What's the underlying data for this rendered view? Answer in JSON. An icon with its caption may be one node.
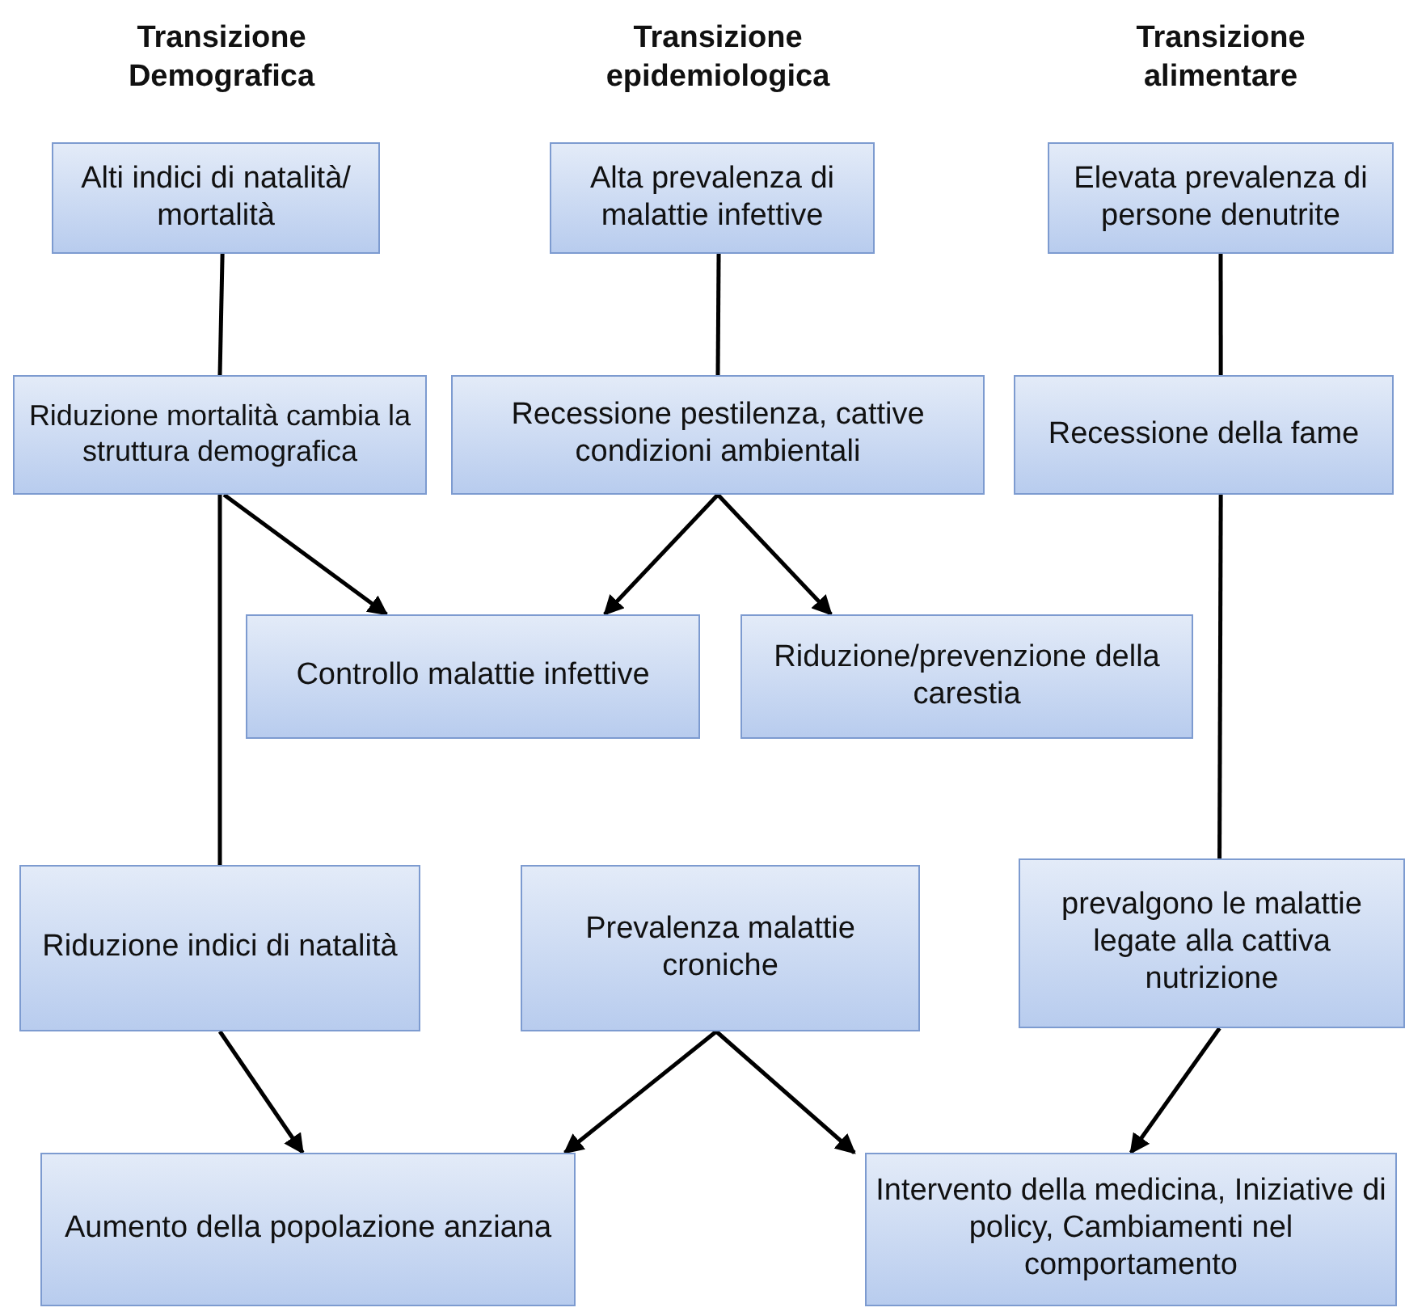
{
  "diagram": {
    "nodes": [
      {
        "text": [
          "Alti indici di natalità/ mortalità"
        ]
      },
      {
        "text": [
          "Alta prevalenza di malattie infettive"
        ]
      },
      {
        "text": [
          "Elevata prevalenza di persone denutrite"
        ]
      },
      {
        "text": [
          "Riduzione mortalità cambia la struttura demografica"
        ]
      },
      {
        "text": [
          "Recessione pestilenza, cattive condizioni ambientali"
        ]
      },
      {
        "text": [
          "Recessione della fame"
        ]
      },
      {
        "text": [
          "Controllo malattie infettive"
        ]
      },
      {
        "text": [
          "Riduzione/prevenzione della carestia"
        ]
      },
      {
        "text": [
          "Riduzione indici di natalità"
        ]
      },
      {
        "text": [
          "Prevalenza malattie croniche"
        ]
      },
      {
        "text": [
          "prevalgono le malattie legate alla cattiva nutrizione"
        ]
      },
      {
        "text": [
          "Aumento della popolazione anziana"
        ]
      },
      {
        "text": [
          "Intervento della medicina, Iniziative di policy, Cambiamenti nel comportamento"
        ]
      }
    ],
    "edges": [
      {
        "from": 0,
        "to": 3,
        "arrow": "none"
      },
      {
        "from": 1,
        "to": 4,
        "arrow": "none"
      },
      {
        "from": 2,
        "to": 5,
        "arrow": "none"
      },
      {
        "from": 3,
        "to": 6,
        "arrow": "to"
      },
      {
        "from": 3,
        "to": 8,
        "arrow": "none"
      },
      {
        "from": 4,
        "to": 6,
        "arrow": "to"
      },
      {
        "from": 4,
        "to": 7,
        "arrow": "to"
      },
      {
        "from": 5,
        "to": 10,
        "arrow": "none"
      },
      {
        "from": 8,
        "to": 11,
        "arrow": "to"
      },
      {
        "from": 9,
        "to": 11,
        "arrow": "to"
      },
      {
        "from": 9,
        "to": 12,
        "arrow": "to"
      },
      {
        "from": 10,
        "to": 12,
        "arrow": "to"
      }
    ],
    "labels": [
      "Transizione Demografica",
      "Transizione epidemiologica",
      "Transizione alimentare"
    ]
  }
}
